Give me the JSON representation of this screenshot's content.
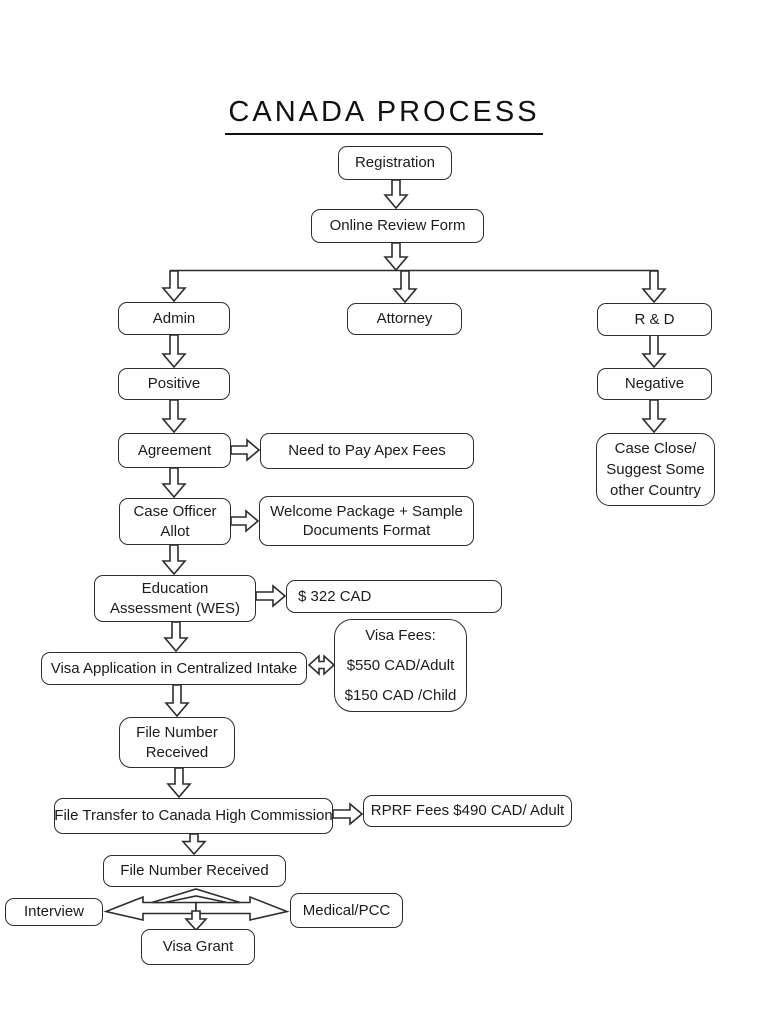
{
  "page": {
    "title": "CANADA PROCESS"
  },
  "colors": {
    "background": "#ffffff",
    "ink": "#1b1b1b",
    "line": "#2d2d2d"
  },
  "nodes": {
    "registration": {
      "label": "Registration"
    },
    "online_review_form": {
      "label": "Online Review Form"
    },
    "admin": {
      "label": "Admin"
    },
    "attorney": {
      "label": "Attorney"
    },
    "rd": {
      "label": "R & D"
    },
    "positive": {
      "label": "Positive"
    },
    "negative": {
      "label": "Negative"
    },
    "agreement": {
      "label": "Agreement"
    },
    "apex_fees": {
      "label": "Need to Pay Apex Fees"
    },
    "case_officer": {
      "lines": [
        "Case Officer",
        "Allot"
      ]
    },
    "welcome_package": {
      "lines": [
        "Welcome Package + Sample",
        "Documents Format"
      ]
    },
    "education": {
      "lines": [
        "Education",
        "Assessment (WES)"
      ]
    },
    "wes_fee": {
      "label": "$ 322 CAD"
    },
    "visa_application": {
      "label": "Visa Application in Centralized Intake"
    },
    "visa_fees": {
      "lines": [
        "Visa Fees:",
        "$550 CAD/Adult",
        "$150 CAD /Child"
      ]
    },
    "file_number_1": {
      "lines": [
        "File Number",
        "Received"
      ]
    },
    "file_transfer": {
      "label": "File Transfer to Canada High Commission"
    },
    "rprf_fee": {
      "label": "RPRF Fees $490 CAD/ Adult"
    },
    "file_number_2": {
      "label": "File Number Received"
    },
    "interview": {
      "label": "Interview"
    },
    "medical_pcc": {
      "label": "Medical/PCC"
    },
    "visa_grant": {
      "label": "Visa Grant"
    },
    "case_close": {
      "lines": [
        "Case Close/",
        "Suggest Some",
        "other Country"
      ]
    }
  }
}
